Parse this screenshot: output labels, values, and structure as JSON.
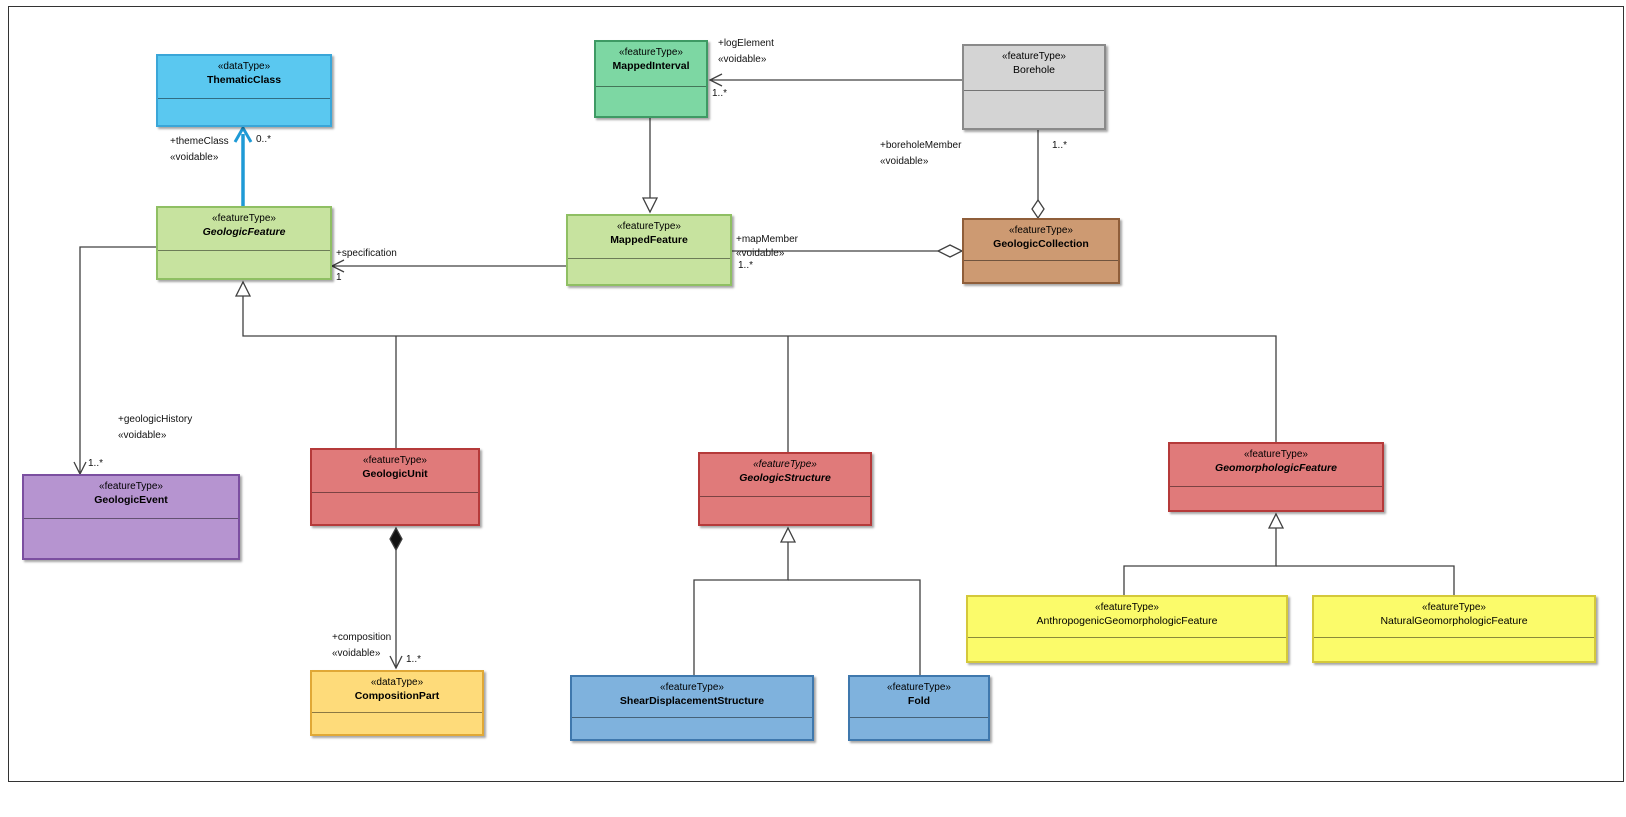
{
  "classes": {
    "thematic_class": {
      "stereotype": "«dataType»",
      "name": "ThematicClass",
      "color": "#5ac8f0"
    },
    "mapped_interval": {
      "stereotype": "«featureType»",
      "name": "MappedInterval",
      "color": "#7dd7a3"
    },
    "borehole": {
      "stereotype": "«featureType»",
      "name": "Borehole",
      "color": "#d4d4d4"
    },
    "geologic_feature": {
      "stereotype": "«featureType»",
      "name": "GeologicFeature",
      "color": "#c7e39f"
    },
    "mapped_feature": {
      "stereotype": "«featureType»",
      "name": "MappedFeature",
      "color": "#c7e39f"
    },
    "geologic_collection": {
      "stereotype": "«featureType»",
      "name": "GeologicCollection",
      "color": "#cd9a72"
    },
    "geologic_event": {
      "stereotype": "«featureType»",
      "name": "GeologicEvent",
      "color": "#b694d0"
    },
    "geologic_unit": {
      "stereotype": "«featureType»",
      "name": "GeologicUnit",
      "color": "#e07a7a"
    },
    "geologic_structure": {
      "stereotype": "«featureType»",
      "name": "GeologicStructure",
      "color": "#e07a7a"
    },
    "geomorphologic_feature": {
      "stereotype": "«featureType»",
      "name": "GeomorphologicFeature",
      "color": "#e07a7a"
    },
    "composition_part": {
      "stereotype": "«dataType»",
      "name": "CompositionPart",
      "color": "#fedb7a"
    },
    "shear_displacement_structure": {
      "stereotype": "«featureType»",
      "name": "ShearDisplacementStructure",
      "color": "#7fb2dd"
    },
    "fold": {
      "stereotype": "«featureType»",
      "name": "Fold",
      "color": "#7fb2dd"
    },
    "anthropogenic_geomorphologic_feature": {
      "stereotype": "«featureType»",
      "name": "AnthropogenicGeomorphologicFeature",
      "color": "#fbfb6a"
    },
    "natural_geomorphologic_feature": {
      "stereotype": "«featureType»",
      "name": "NaturalGeomorphologicFeature",
      "color": "#fbfb6a"
    }
  },
  "labels": {
    "log_element": "+logElement",
    "log_element_voidable": "«voidable»",
    "log_element_mult": "1..*",
    "theme_class": "+themeClass",
    "theme_class_voidable": "«voidable»",
    "theme_class_mult": "0..*",
    "borehole_member": "+boreholeMember",
    "borehole_member_voidable": "«voidable»",
    "borehole_member_mult": "1..*",
    "specification": "+specification",
    "specification_mult": "1",
    "map_member": "+mapMember",
    "map_member_voidable": "«voidable»",
    "map_member_mult": "1..*",
    "geologic_history": "+geologicHistory",
    "geologic_history_voidable": "«voidable»",
    "geologic_history_mult": "1..*",
    "composition": "+composition",
    "composition_voidable": "«voidable»",
    "composition_mult": "1..*"
  },
  "colors": {
    "line": "#404040",
    "theme_link": "#1e9ad6"
  }
}
